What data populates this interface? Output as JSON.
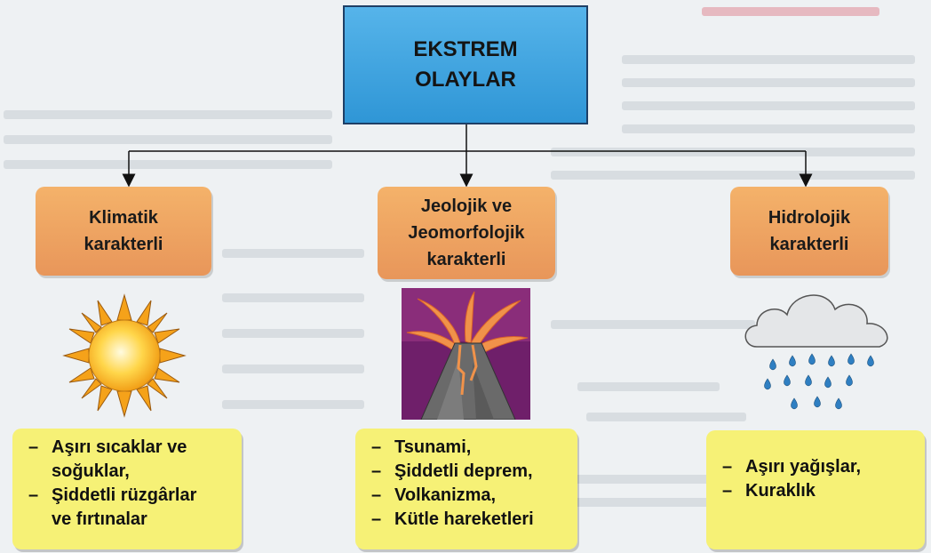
{
  "title": {
    "line1": "EKSTREM",
    "line2": "OLAYLAR"
  },
  "categories": [
    {
      "lines": [
        "Klimatik",
        "karakterli"
      ],
      "icon": "sun-icon"
    },
    {
      "lines": [
        "Jeolojik ve",
        "Jeomorfolojik",
        "karakterli"
      ],
      "icon": "volcano-icon"
    },
    {
      "lines": [
        "Hidrolojik",
        "karakterli"
      ],
      "icon": "rain-cloud-icon"
    }
  ],
  "lists": [
    {
      "items": [
        [
          "Aşırı sıcaklar ve",
          "soğuklar,"
        ],
        [
          "Şiddetli rüzgârlar",
          "ve fırtınalar"
        ]
      ]
    },
    {
      "items": [
        [
          "Tsunami,"
        ],
        [
          "Şiddetli deprem,"
        ],
        [
          "Volkanizma,"
        ],
        [
          "Kütle hareketleri"
        ]
      ]
    },
    {
      "items": [
        [
          "Aşırı yağışlar,"
        ],
        [
          "Kuraklık"
        ]
      ]
    }
  ],
  "colors": {
    "title_bg": "#3aa2df",
    "category_bg": "#f0a866",
    "list_bg": "#f6f176"
  }
}
